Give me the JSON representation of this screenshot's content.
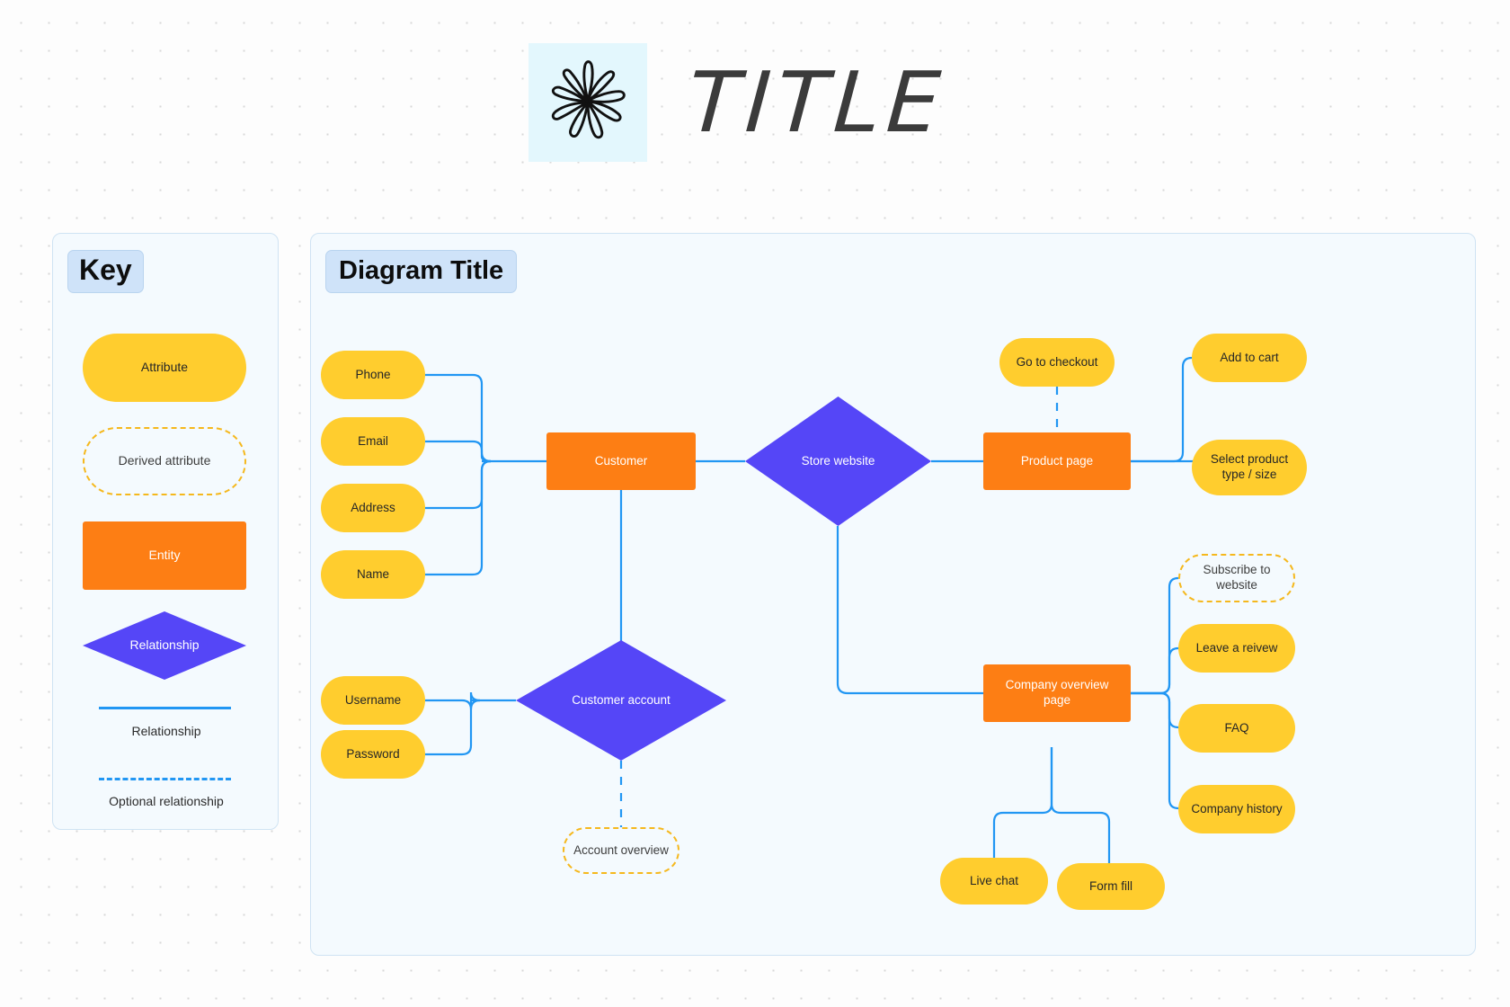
{
  "header": {
    "title": "TITLE",
    "logo_icon": "flower-doodle-icon"
  },
  "key_panel": {
    "title": "Key",
    "items": [
      {
        "label": "Attribute",
        "shape": "rounded-rect",
        "fill": "#ffcd2e"
      },
      {
        "label": "Derived attribute",
        "shape": "dashed-rounded-rect",
        "stroke": "#f5b81d"
      },
      {
        "label": "Entity",
        "shape": "rect",
        "fill": "#fd7e14"
      },
      {
        "label": "Relationship",
        "shape": "diamond",
        "fill": "#5546f7"
      }
    ],
    "legend_lines": [
      {
        "label": "Relationship",
        "style": "solid",
        "color": "#2196f3"
      },
      {
        "label": "Optional relationship",
        "style": "dashed",
        "color": "#2196f3"
      }
    ]
  },
  "diagram": {
    "title": "Diagram Title",
    "nodes": [
      {
        "id": "phone",
        "label": "Phone",
        "type": "attribute"
      },
      {
        "id": "email",
        "label": "Email",
        "type": "attribute"
      },
      {
        "id": "address",
        "label": "Address",
        "type": "attribute"
      },
      {
        "id": "name",
        "label": "Name",
        "type": "attribute"
      },
      {
        "id": "customer",
        "label": "Customer",
        "type": "entity"
      },
      {
        "id": "store",
        "label": "Store website",
        "type": "relationship"
      },
      {
        "id": "checkout",
        "label": "Go to checkout",
        "type": "attribute"
      },
      {
        "id": "product",
        "label": "Product page",
        "type": "entity"
      },
      {
        "id": "addcart",
        "label": "Add to cart",
        "type": "attribute"
      },
      {
        "id": "selecttype",
        "label": "Select product type / size",
        "type": "attribute"
      },
      {
        "id": "subscribe",
        "label": "Subscribe to website",
        "type": "derived"
      },
      {
        "id": "review",
        "label": "Leave a reivew",
        "type": "attribute"
      },
      {
        "id": "faq",
        "label": "FAQ",
        "type": "attribute"
      },
      {
        "id": "history",
        "label": "Company history",
        "type": "attribute"
      },
      {
        "id": "company",
        "label": "Company overview page",
        "type": "entity"
      },
      {
        "id": "livechat",
        "label": "Live chat",
        "type": "attribute"
      },
      {
        "id": "formfill",
        "label": "Form fill",
        "type": "attribute"
      },
      {
        "id": "username",
        "label": "Username",
        "type": "attribute"
      },
      {
        "id": "password",
        "label": "Password",
        "type": "attribute"
      },
      {
        "id": "custaccount",
        "label": "Customer account",
        "type": "relationship"
      },
      {
        "id": "acctoverview",
        "label": "Account overview",
        "type": "derived"
      }
    ]
  },
  "colors": {
    "attribute": "#ffcd2e",
    "entity": "#fd7e14",
    "relationship": "#5546f7",
    "connector": "#2196f3",
    "panel_bg": "#f4fafe",
    "title_badge": "#cfe3f9"
  }
}
